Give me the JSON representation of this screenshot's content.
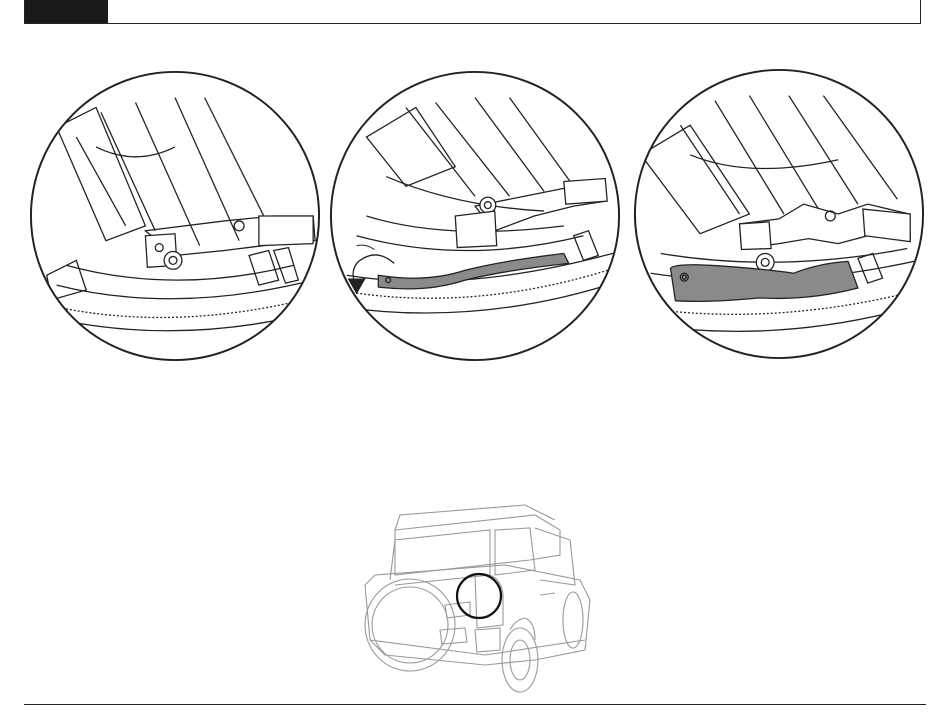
{
  "colors": {
    "line": "#222222",
    "panel_fill": "#8a8a8a",
    "header_tab": "#1a1a1a"
  },
  "illustrations": [
    {
      "name": "step-a",
      "icon": "close-up-panel-unmounted"
    },
    {
      "name": "step-b",
      "icon": "close-up-panel-rotate-arrow"
    },
    {
      "name": "step-c",
      "icon": "close-up-panel-installed"
    }
  ],
  "overview": {
    "icon": "vehicle-rear-three-quarter",
    "highlight": "rear-quarter-circle"
  }
}
